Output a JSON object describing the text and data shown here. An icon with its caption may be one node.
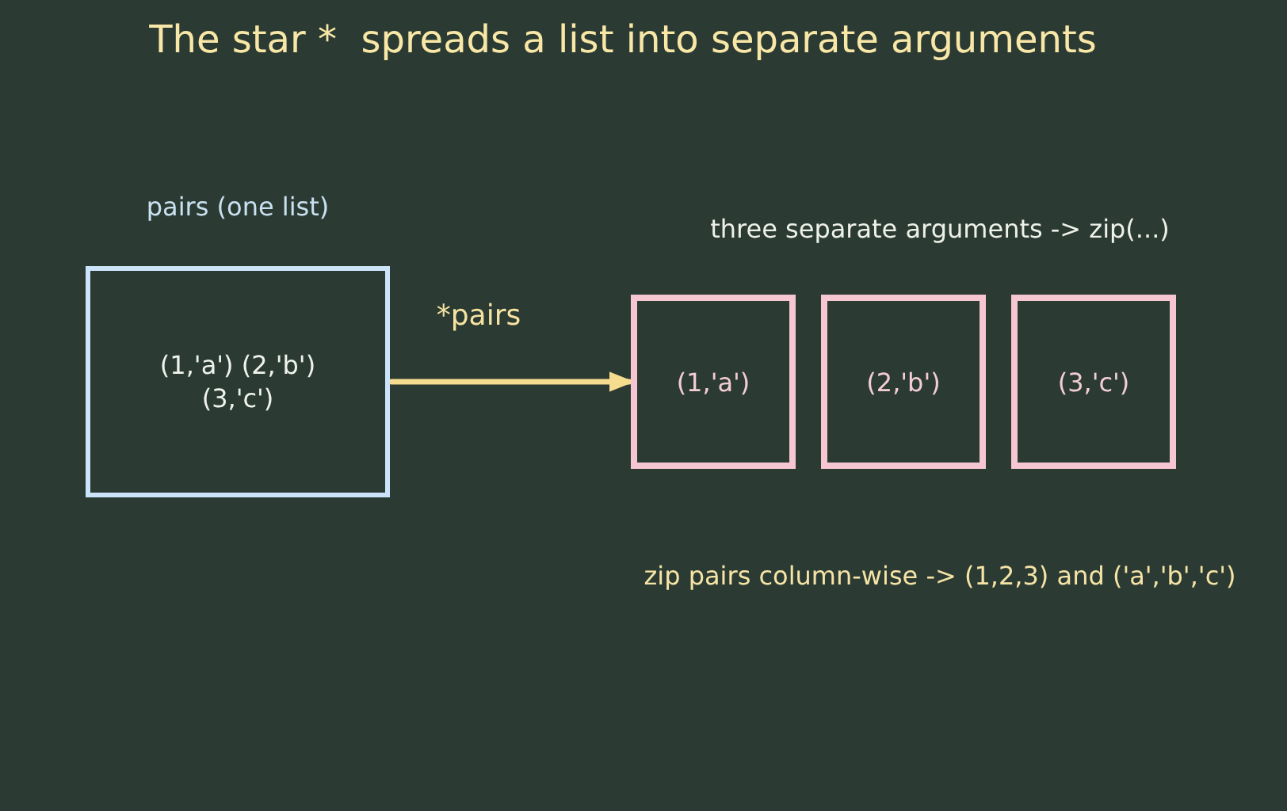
{
  "diagram": {
    "title": "The star *  spreads a list into separate arguments",
    "nodes": [
      {
        "text": [
          "pairs (one list)",
          "(1,'a') (2,'b') (3,'c')"
        ]
      },
      {
        "text": [
          "(1,'a')"
        ]
      },
      {
        "text": [
          "(2,'b')"
        ]
      },
      {
        "text": [
          "(3,'c')"
        ]
      }
    ],
    "edges": [
      {
        "from": 0,
        "to": 1,
        "arrow": "to",
        "label": "*pairs"
      }
    ],
    "labels": [
      "three separate arguments -> zip(...)",
      "zip pairs column-wise -> (1,2,3) and ('a','b','c')"
    ]
  }
}
